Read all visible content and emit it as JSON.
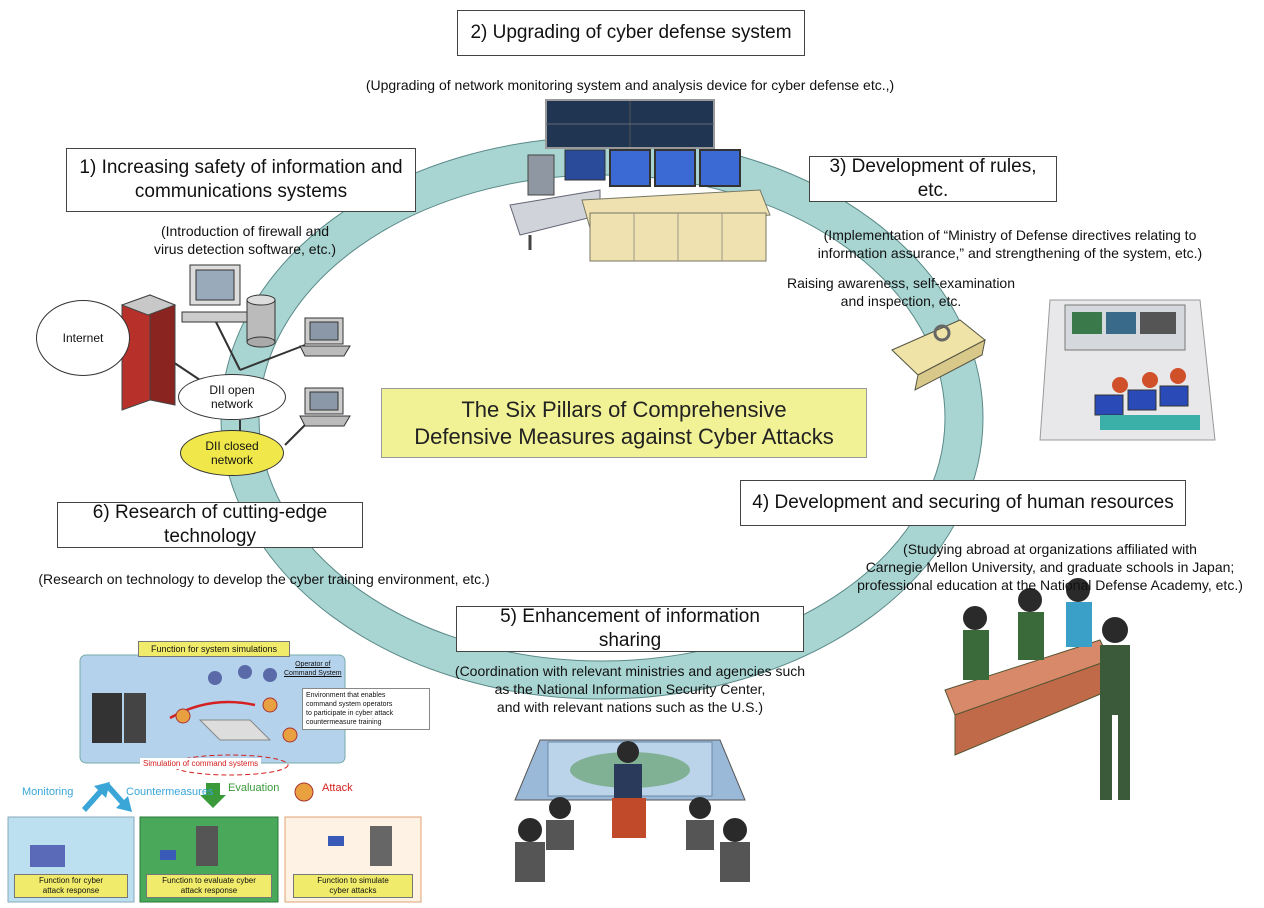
{
  "center_title": "The Six Pillars of Comprehensive\nDefensive Measures against Cyber Attacks",
  "pillars": [
    {
      "label": "1) Increasing safety of information and\ncommunications systems",
      "desc": "(Introduction of firewall and\nvirus detection software, etc.)"
    },
    {
      "label": "2) Upgrading of cyber defense system",
      "desc": "(Upgrading of network monitoring system and analysis device for cyber defense etc.,)"
    },
    {
      "label": "3) Development of rules, etc.",
      "desc": "(Implementation of “Ministry of Defense directives relating to\ninformation assurance,” and strengthening of the system, etc.)",
      "desc2": "Raising awareness, self-examination\nand inspection, etc."
    },
    {
      "label": "4) Development and securing of human resources",
      "desc": "(Studying abroad at organizations affiliated with\nCarnegie Mellon University, and graduate schools in Japan;\nprofessional education at the National Defense Academy, etc.)"
    },
    {
      "label": "5) Enhancement of information sharing",
      "desc": "(Coordination with relevant ministries and agencies such\nas the National Information Security Center,\nand with relevant nations such as the U.S.)"
    },
    {
      "label": "6) Research of cutting-edge technology",
      "desc": "(Research on technology to develop the cyber training environment, etc.)"
    }
  ],
  "network": {
    "internet": "Internet",
    "open": "DII open\nnetwork",
    "closed": "DII closed\nnetwork"
  },
  "simulation": {
    "function_title": "Function for system simulations",
    "operator": "Operator of\nCommand System",
    "environment_note": "Environment that enables\ncommand system operators\nto participate in cyber attack\ncountermeasure training",
    "sim_label": "Simulation of command systems",
    "flows": {
      "monitoring": "Monitoring",
      "countermeasures": "Countermeasures",
      "evaluation": "Evaluation",
      "attack": "Attack"
    },
    "functions": [
      "Function for cyber\nattack response",
      "Function to evaluate cyber\nattack response",
      "Function to simulate\ncyber attacks"
    ]
  },
  "colors": {
    "ring": "#a8d4d2",
    "center_box": "#f1f196",
    "closed_oval": "#f0e84a",
    "monitoring": "#3aa6d8",
    "evaluation": "#3a9a3a",
    "attack": "#d42020"
  }
}
